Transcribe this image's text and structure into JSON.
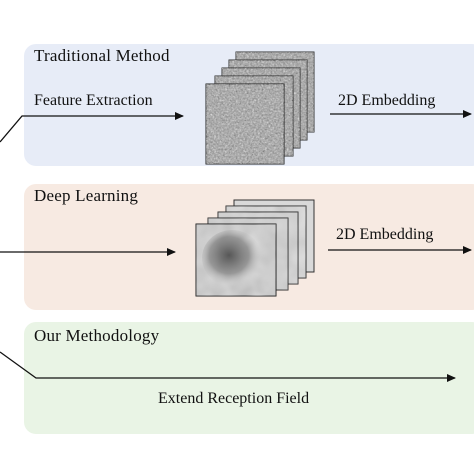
{
  "traditional": {
    "title": "Traditional Method",
    "step_label": "Feature Extraction",
    "output_label": "2D Embedding"
  },
  "deep": {
    "title": "Deep Learning",
    "output_label": "2D Embedding"
  },
  "ours": {
    "title": "Our Methodology",
    "step_label": "Extend Reception Field"
  },
  "colors": {
    "traditional_panel": "#e7ecf7",
    "deep_panel": "#f7eae2",
    "ours_panel": "#e9f4e5",
    "arrow": "#111111"
  }
}
